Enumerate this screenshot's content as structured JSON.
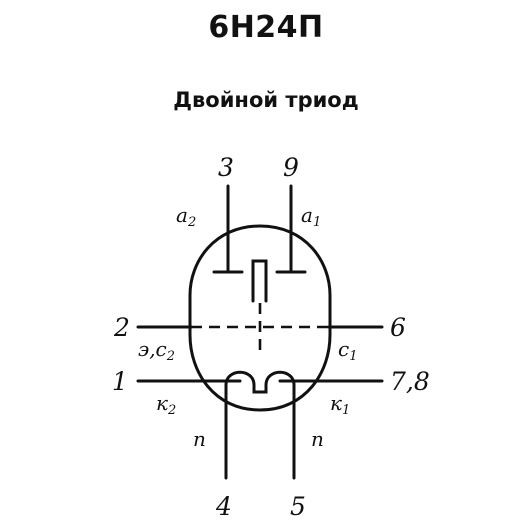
{
  "title": "6Н24П",
  "subtitle": "Двойной триод",
  "pins": {
    "pin_3": "3",
    "pin_9": "9",
    "pin_2": "2",
    "pin_6": "6",
    "pin_1": "1",
    "pin_78": "7,8",
    "pin_4": "4",
    "pin_5": "5"
  },
  "electrodes": {
    "anode_2": {
      "main": "a",
      "sub": "2"
    },
    "anode_1": {
      "main": "a",
      "sub": "1"
    },
    "screen_grid_2": {
      "main": "э,с",
      "sub": "2"
    },
    "grid_1": {
      "main": "с",
      "sub": "1"
    },
    "cathode_2": {
      "main": "к",
      "sub": "2"
    },
    "cathode_1": {
      "main": "к",
      "sub": "1"
    },
    "heater_left": "п",
    "heater_right": "п"
  }
}
